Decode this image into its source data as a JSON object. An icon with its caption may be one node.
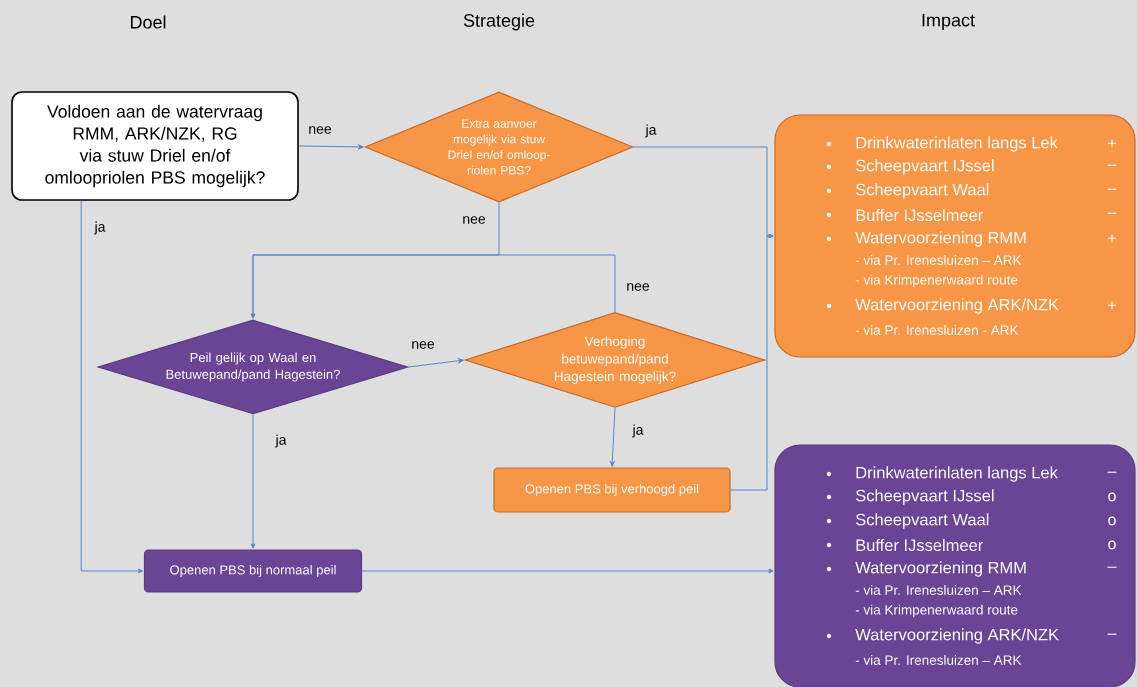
{
  "diagram": {
    "nodes": [
      {
        "text": [
          "Voldoen aan de watervraag RMM, ARK/NZK, RG via stuw Driel en/of omloopriolen PBS mogelijk?"
        ]
      },
      {
        "text": [
          "Extra aanvoer mogelijk via stuw Driel en/of omloop-riolen PBS?"
        ]
      },
      {
        "text": [
          "Peil gelijk op Waal en Betuwepand/pand Hagestein?"
        ]
      },
      {
        "text": [
          "Verhoging betuwepand/pand Hagestein mogelijk?"
        ]
      },
      {
        "text": [
          "Openen PBS bij verhoogd peil"
        ]
      },
      {
        "text": [
          "Openen PBS bij normaal peil"
        ]
      },
      {
        "text": [
          "Drinkwaterinlaten langs Lek",
          "+",
          "Scheepvaart IJssel",
          "–",
          "Scheepvaart Waal",
          "–",
          "Buffer IJsselmeer",
          "–",
          "Watervoorziening RMM",
          "+",
          "- via Pr. Irenesluizen – ARK",
          "- via Krimpenerwaard route",
          "Watervoorziening ARK/NZK",
          "+",
          "- via Pr. Irenesluizen - ARK"
        ]
      },
      {
        "text": [
          "Drinkwaterinlaten langs Lek",
          "–",
          "Scheepvaart IJssel",
          "o",
          "Scheepvaart Waal",
          "o",
          "Buffer IJsselmeer",
          "o",
          "Watervoorziening RMM",
          "–",
          "- via Pr. Irenesluizen – ARK",
          "- via Krimpenerwaard route",
          "Watervoorziening ARK/NZK",
          "–",
          "- via Pr. Irenesluizen – ARK"
        ]
      }
    ],
    "edges": [
      {
        "from": 0,
        "to": 1,
        "arrow": "to",
        "label": "nee"
      },
      {
        "from": 1,
        "to": 6,
        "arrow": "to",
        "label": "ja"
      },
      {
        "from": 1,
        "to": 2,
        "arrow": "to",
        "label": "nee"
      },
      {
        "from": 3,
        "to": 2,
        "arrow": "to",
        "label": "nee"
      },
      {
        "from": 2,
        "to": 3,
        "arrow": "to",
        "label": "nee"
      },
      {
        "from": 3,
        "to": 4,
        "arrow": "to",
        "label": "ja"
      },
      {
        "from": 2,
        "to": 5,
        "arrow": "to",
        "label": "ja"
      },
      {
        "from": 0,
        "to": 5,
        "arrow": "to",
        "label": "ja"
      },
      {
        "from": 5,
        "to": 7,
        "arrow": "to"
      },
      {
        "from": 4,
        "to": 6,
        "arrow": "to"
      }
    ],
    "labels": [
      "Doel",
      "Strategie",
      "Impact"
    ]
  }
}
